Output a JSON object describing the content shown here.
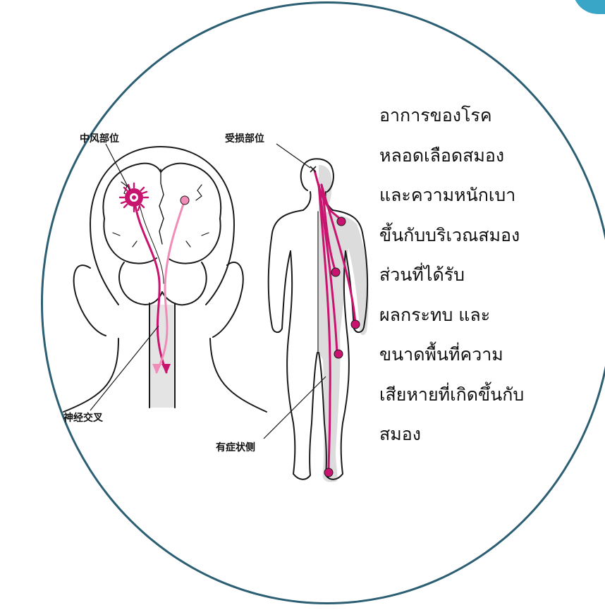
{
  "colors": {
    "frame": "#2c5f73",
    "accent_tab": "#3aa6c7",
    "nerve": "#c8146e",
    "nerve_light": "#f08cb8",
    "affected_side": "#dcdcdc",
    "outline": "#1a1a1a"
  },
  "labels": {
    "stroke_site": "中风部位",
    "damage_site": "受损部位",
    "nerve_crossing": "神经交叉",
    "symptom_side": "有症状侧"
  },
  "caption": {
    "lines": [
      "อาการของโรค",
      "หลอดเลือดสมอง",
      "และความหนักเบา",
      "ขึ้นกับบริเวณสมอง",
      "ส่วนที่ได้รับ",
      "ผลกระทบ และ",
      "ขนาดพื้นที่ความ",
      "เสียหายที่เกิดขึ้นกับ",
      "สมอง"
    ]
  }
}
